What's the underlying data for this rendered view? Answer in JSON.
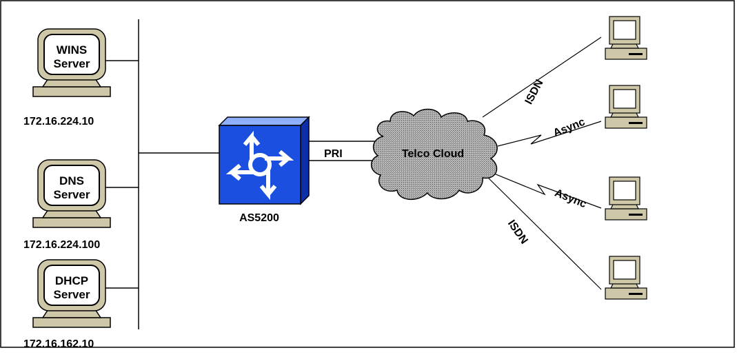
{
  "servers": [
    {
      "line1": "WINS",
      "line2": "Server",
      "ip": "172.16.224.10"
    },
    {
      "line1": "DNS",
      "line2": "Server",
      "ip": "172.16.224.100"
    },
    {
      "line1": "DHCP",
      "line2": "Server",
      "ip": "172.16.162.10"
    }
  ],
  "router": {
    "label": "AS5200"
  },
  "trunk": {
    "label": "PRI"
  },
  "cloud": {
    "label": "Telco Cloud"
  },
  "links": [
    {
      "label": "ISDN"
    },
    {
      "label": "Async"
    },
    {
      "label": "Async"
    },
    {
      "label": "ISDN"
    }
  ],
  "colors": {
    "router": "#1a4fe0",
    "cloud": "#8a8a8a",
    "monitor": "#cfc8a8",
    "frame": "#000000"
  },
  "icons": {
    "server": "monitor-server-icon",
    "client": "desktop-pc-icon",
    "router": "access-server-router-icon",
    "cloud": "cloud-icon"
  }
}
